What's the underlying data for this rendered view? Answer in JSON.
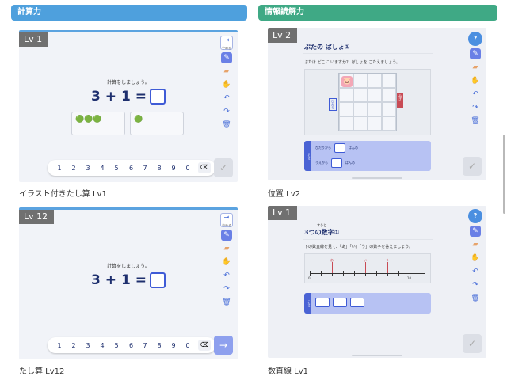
{
  "headers": {
    "left": "計算力",
    "right": "情報読解力"
  },
  "cards": [
    {
      "level": "Lv 1",
      "instruction": "計算をしましょう。",
      "equation": "3 + 1 =",
      "fruits_a": "🟢🟢🟢",
      "fruits_b": "🟢",
      "caption": "イラスト付きたし算 Lv1"
    },
    {
      "level": "Lv 2",
      "title": "ぶたの ばしょ①",
      "question": "ぶたは どこに いますか？ ばしょを こたえましょう。",
      "left_label": "ひだりから",
      "left_unit": "ばんめ",
      "top_label": "うえから",
      "top_unit": "ばんめ",
      "answer_tab": "こたえ",
      "caption": "位置 Lv2"
    },
    {
      "level": "Lv 12",
      "instruction": "計算をしましょう。",
      "equation": "3 + 1 =",
      "caption": "たし算 Lv12"
    },
    {
      "level": "Lv 1",
      "title": "3つの数字①",
      "title_ruby": "すうじ",
      "question": "下の数直線を見て、「あ」「い」「う」の数字を答えましょう。",
      "mark_a": "あ",
      "mark_i": "い",
      "mark_u": "う",
      "nl_start": "0",
      "nl_end": "10",
      "answer_tab": "こたえ",
      "caption": "数直線 Lv1"
    }
  ],
  "numpad": {
    "keys": [
      "1",
      "2",
      "3",
      "4",
      "5",
      "6",
      "7",
      "8",
      "9",
      "0"
    ],
    "backspace": "⌫"
  },
  "tools": {
    "exit": "やめる",
    "help": "ヘルプ",
    "help_icon": "?"
  },
  "icons": {
    "pen": "✎",
    "eraser": "▰",
    "hand": "✋",
    "undo": "↶",
    "redo": "↷",
    "trash": "🗑",
    "check": "✓",
    "next": "→",
    "exit": "⇥"
  },
  "colors": {
    "header_left": "#4ea0dd",
    "header_right": "#3fa985",
    "accent": "#3f5bd6"
  }
}
